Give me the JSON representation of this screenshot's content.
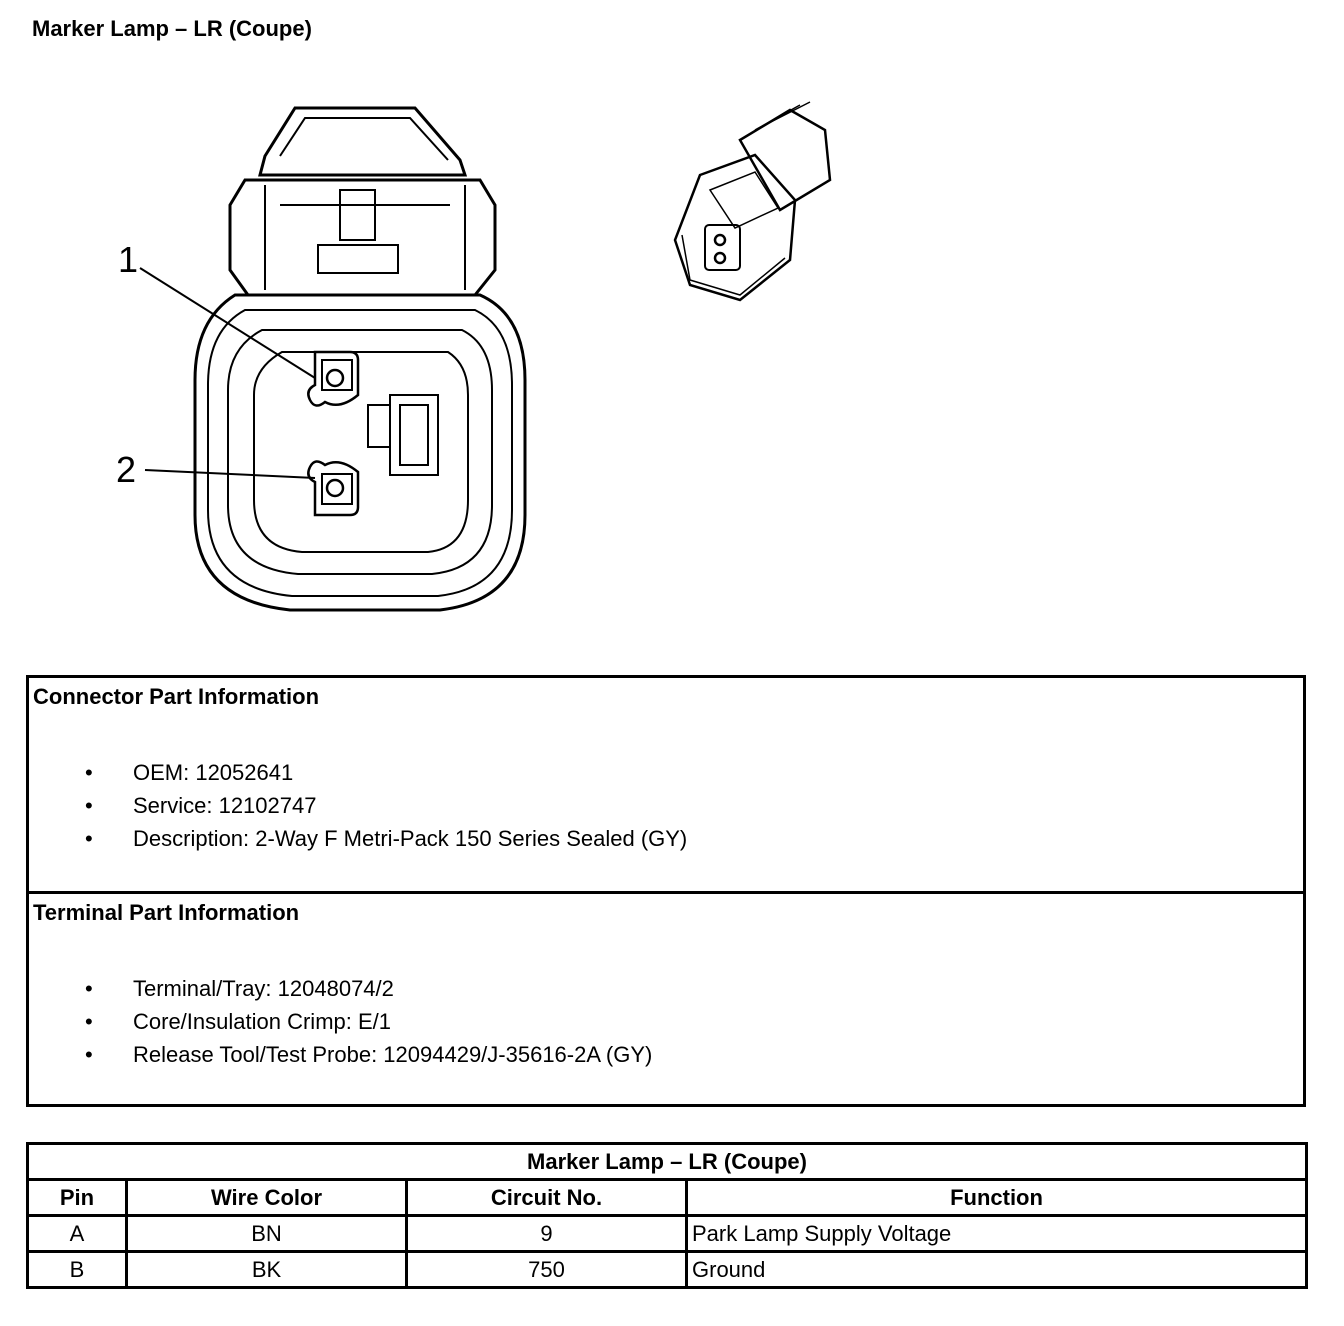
{
  "page_title": "Marker Lamp – LR (Coupe)",
  "diagram": {
    "callout_1": "1",
    "callout_2": "2"
  },
  "connector_info": {
    "title": "Connector Part Information",
    "items": [
      "OEM: 12052641",
      "Service: 12102747",
      "Description: 2-Way F Metri-Pack 150 Series Sealed (GY)"
    ]
  },
  "terminal_info": {
    "title": "Terminal Part Information",
    "items": [
      "Terminal/Tray: 12048074/2",
      "Core/Insulation Crimp: E/1",
      "Release Tool/Test Probe: 12094429/J-35616-2A (GY)"
    ]
  },
  "pin_table": {
    "title": "Marker Lamp – LR (Coupe)",
    "headers": [
      "Pin",
      "Wire Color",
      "Circuit No.",
      "Function"
    ],
    "rows": [
      [
        "A",
        "BN",
        "9",
        "Park Lamp Supply Voltage"
      ],
      [
        "B",
        "BK",
        "750",
        "Ground"
      ]
    ]
  }
}
